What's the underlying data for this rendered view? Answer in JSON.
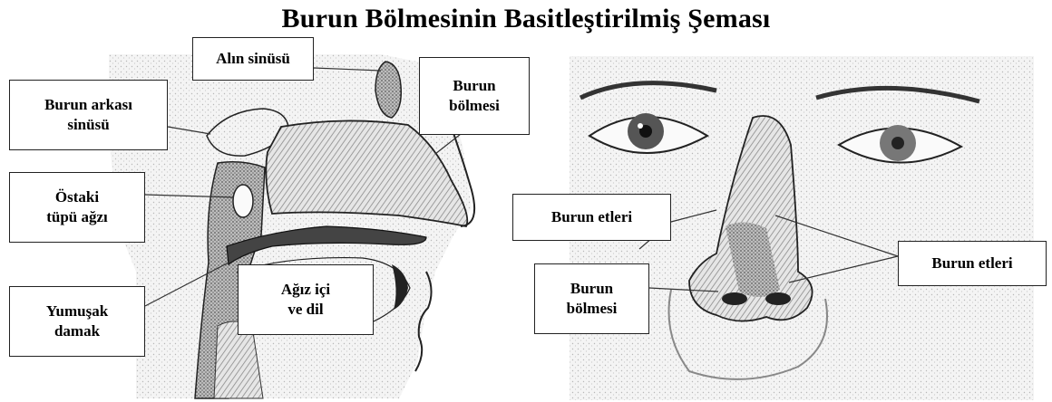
{
  "title": "Burun Bölmesinin Basitleştirilmiş Şeması",
  "left_diagram": {
    "labels": {
      "frontal_sinus": "Alın sinüsü",
      "nasal_septum": "Burun\nbölmesi",
      "sphenoid_sinus": "Burun arkası\nsinüsü",
      "eustachian_tube": "Östaki\ntüpü ağzı",
      "soft_palate": "Yumuşak\ndamak",
      "mouth_tongue": "Ağız içi\nve dil"
    }
  },
  "right_diagram": {
    "labels": {
      "turbinates_upper": "Burun etleri",
      "septum": "Burun\nbölmesi",
      "turbinates_right": "Burun etleri"
    }
  }
}
